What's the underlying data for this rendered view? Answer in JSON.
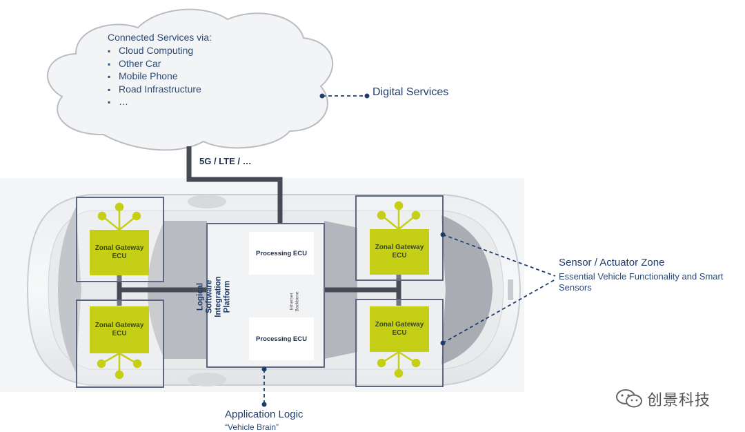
{
  "cloud": {
    "title": "Connected Services via:",
    "items": [
      "Cloud Computing",
      "Other Car",
      "Mobile Phone",
      "Road Infrastructure",
      "…"
    ]
  },
  "digital_services": "Digital Services",
  "connectivity": "5G / LTE / …",
  "platform_label": "Logical Software Integration Platform",
  "processing_ecu": [
    "Processing ECU",
    "Processing ECU"
  ],
  "ethernet_label": "Ethernet Backbone",
  "zonal_gateways": [
    {
      "label": "Zonal Gateway ECU"
    },
    {
      "label": "Zonal Gateway ECU"
    },
    {
      "label": "Zonal Gateway ECU"
    },
    {
      "label": "Zonal Gateway ECU"
    }
  ],
  "sensor_zone": {
    "title": "Sensor / Actuator Zone",
    "description": "Essential Vehicle Functionality and Smart Sensors"
  },
  "application": {
    "title": "Application Logic",
    "subtitle": "“Vehicle Brain”"
  },
  "watermark": {
    "text": "创景科技",
    "icon": "wechat-icon"
  },
  "colors": {
    "zonal_green": "#c4cf16",
    "navy": "#1f3d6d",
    "wire": "#454a55",
    "zone_border": "#5d6680",
    "car_body": "#e3e5e8"
  }
}
